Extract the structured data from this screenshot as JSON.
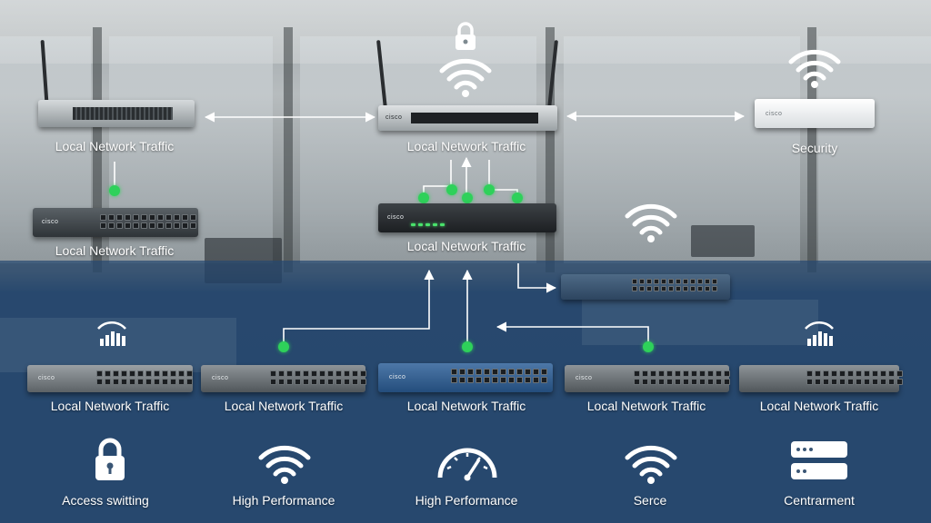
{
  "top_row": {
    "router_left_label": "Local Network Traffic",
    "router_center_label": "Local Network Traffic",
    "security_label": "Security"
  },
  "middle_row": {
    "switch_left_label": "Local Network Traffic",
    "router_mid_label": "Local Network Traffic"
  },
  "bottom_row": {
    "labels": [
      "Local Network Traffic",
      "Local Network Traffic",
      "Local Network Traffic",
      "Local Network Traffic",
      "Local Network Traffic"
    ]
  },
  "features": [
    {
      "label": "Access switting",
      "icon": "lock-icon"
    },
    {
      "label": "High Performance",
      "icon": "wifi-icon"
    },
    {
      "label": "High Performance",
      "icon": "speedometer-icon"
    },
    {
      "label": "Serce",
      "icon": "wifi-icon"
    },
    {
      "label": "Centrarment",
      "icon": "server-icon"
    }
  ],
  "device_brand": "cisco",
  "colors": {
    "link_dot": "#2ed15a",
    "arrow": "#ffffff",
    "band": "#264870"
  }
}
